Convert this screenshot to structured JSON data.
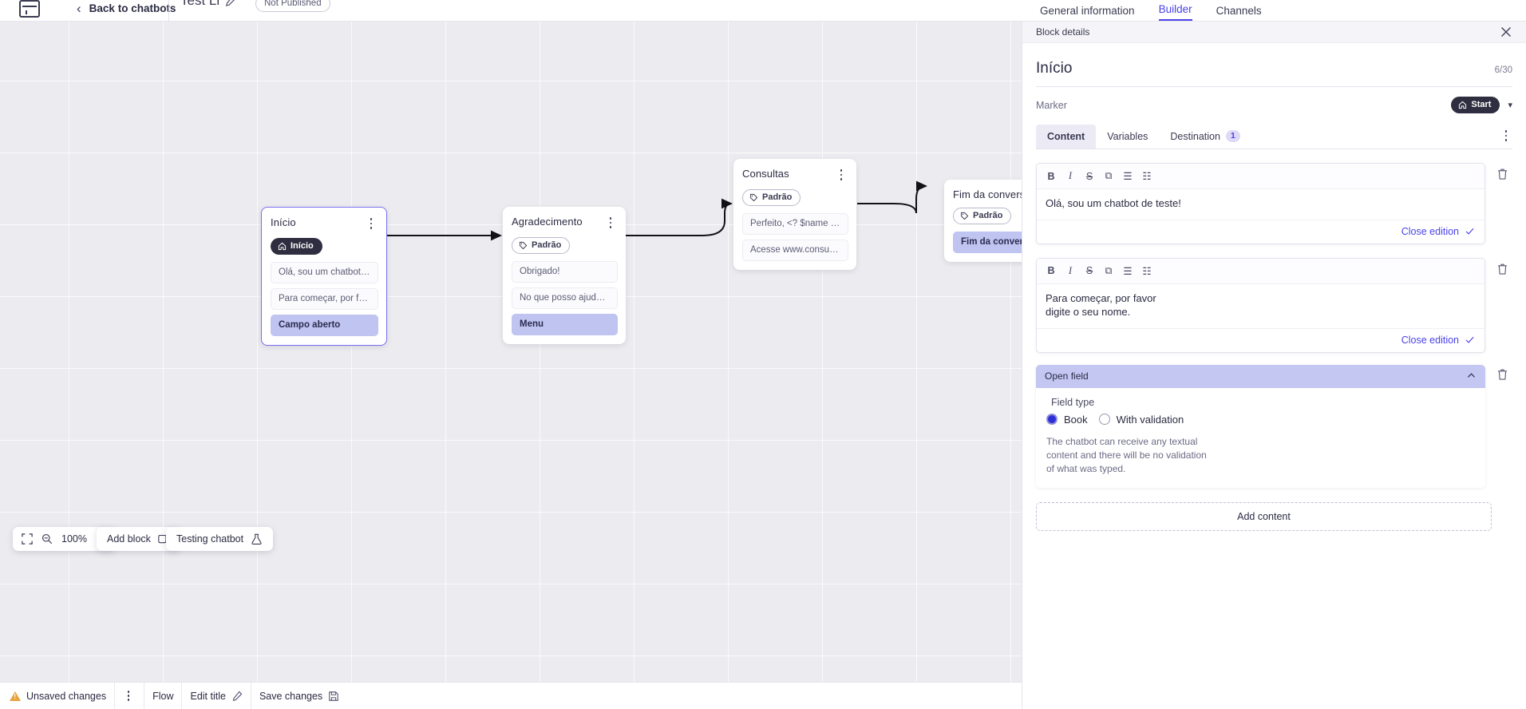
{
  "topbar": {
    "logo_icon": "app-logo-icon",
    "back_chevron_icon": "chevron-left-icon",
    "back_label": "Back to chatbots",
    "bot_name": "Test Li",
    "edit_icon": "pencil-icon",
    "status_badge": "Not Published"
  },
  "top_tabs": [
    {
      "label": "General information",
      "active": false
    },
    {
      "label": "Builder",
      "active": true
    },
    {
      "label": "Channels",
      "active": false
    }
  ],
  "canvas": {
    "nodes": [
      {
        "title": "Início",
        "chip": {
          "label": "Início",
          "icon": "home-icon",
          "style": "dark"
        },
        "rows": [
          {
            "text": "Olá, sou um chatbot de teste!",
            "highlight": false
          },
          {
            "text": "Para começar, por favor digite o ...",
            "highlight": false
          },
          {
            "text": "Campo aberto",
            "highlight": true
          }
        ]
      },
      {
        "title": "Agradecimento",
        "chip": {
          "label": "Padrão",
          "icon": "tag-icon",
          "style": "outline"
        },
        "rows": [
          {
            "text": "Obrigado!",
            "highlight": false
          },
          {
            "text": "No que posso ajudar, <? $name ...",
            "highlight": false
          },
          {
            "text": "Menu",
            "highlight": true
          }
        ]
      },
      {
        "title": "Consultas",
        "chip": {
          "label": "Padrão",
          "icon": "tag-icon",
          "style": "outline"
        },
        "rows": [
          {
            "text": "Perfeito, <? $name ?>!",
            "highlight": false
          },
          {
            "text": "Acesse www.consultas.com par...",
            "highlight": false
          }
        ]
      },
      {
        "title": "Fim da conversa",
        "chip": {
          "label": "Padrão",
          "icon": "tag-icon",
          "style": "outline"
        },
        "rows": [
          {
            "text": "Fim da conversa",
            "highlight": true
          }
        ]
      }
    ]
  },
  "canvas_toolbar": {
    "fit_icon": "fit-screen-icon",
    "zoom_out_icon": "zoom-out-icon",
    "zoom_level": "100%",
    "zoom_in_icon": "zoom-in-icon",
    "add_block_label": "Add block",
    "add_block_icon": "add-block-icon",
    "testing_label": "Testing chatbot",
    "testing_icon": "flask-icon"
  },
  "statusbar": {
    "warning_icon": "warning-icon",
    "unsaved_label": "Unsaved changes",
    "kebab_icon": "more-vertical-icon",
    "flow_label": "Flow",
    "edit_title_label": "Edit title",
    "edit_title_icon": "pencil-icon",
    "save_label": "Save changes",
    "save_icon": "save-icon"
  },
  "panel": {
    "header_label": "Block details",
    "close_icon": "close-icon",
    "block_title": "Início",
    "char_count": "6/30",
    "marker_label": "Marker",
    "marker_value": "Start",
    "marker_icon": "home-icon",
    "marker_chevron_icon": "chevron-down-icon",
    "kebab_icon": "more-vertical-icon",
    "tabs": [
      {
        "label": "Content",
        "active": true,
        "badge": ""
      },
      {
        "label": "Variables",
        "active": false,
        "badge": ""
      },
      {
        "label": "Destination",
        "active": false,
        "badge": "1"
      }
    ],
    "editor_toolbar": [
      {
        "icon": "bold-icon",
        "glyph": "B"
      },
      {
        "icon": "italic-icon",
        "glyph": "I"
      },
      {
        "icon": "strikethrough-icon",
        "glyph": "S"
      },
      {
        "icon": "link-icon",
        "glyph": "⧉"
      },
      {
        "icon": "bullet-list-icon",
        "glyph": "☰"
      },
      {
        "icon": "numbered-list-icon",
        "glyph": "☷"
      }
    ],
    "content_blocks": [
      {
        "text": "Olá, sou um chatbot de teste!",
        "close_label": "Close edition",
        "check_icon": "check-icon",
        "delete_icon": "trash-icon"
      },
      {
        "text": "Para começar, por favor digite o seu nome.",
        "close_label": "Close edition",
        "check_icon": "check-icon",
        "delete_icon": "trash-icon"
      }
    ],
    "open_field": {
      "title": "Open field",
      "collapse_icon": "chevron-up-icon",
      "delete_icon": "trash-icon",
      "field_type_label": "Field type",
      "options": [
        {
          "label": "Book",
          "selected": true
        },
        {
          "label": "With validation",
          "selected": false
        }
      ],
      "description": "The chatbot can receive any textual content and there will be no validation of what was typed."
    },
    "add_content_label": "Add content"
  },
  "colors": {
    "accent": "#4a42e8",
    "highlight": "#bfc4f0",
    "panel_header": "#c3c7f2",
    "radio_on": "#2f2fd8",
    "warning": "#e8a33d"
  }
}
